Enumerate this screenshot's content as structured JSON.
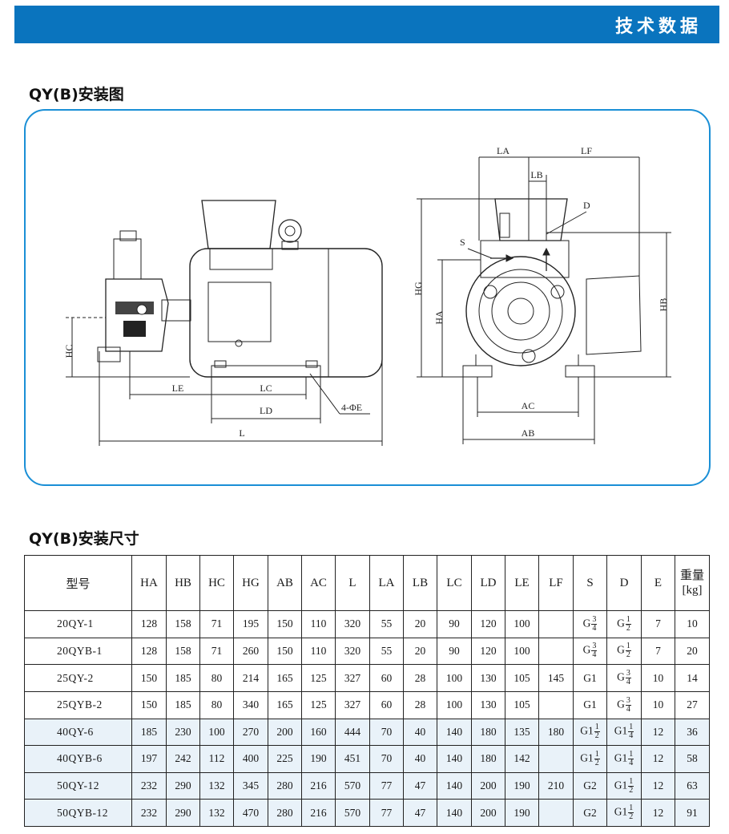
{
  "header": {
    "title": "技术数据",
    "color": "#0a74be"
  },
  "drawing_section": {
    "title": "QY(B)安装图"
  },
  "drawing": {
    "side_view_labels": {
      "HC": "HC",
      "LE": "LE",
      "LC": "LC",
      "LD": "LD",
      "L": "L",
      "E": "4-ΦE"
    },
    "front_view_labels": {
      "LA": "LA",
      "LF": "LF",
      "LB": "LB",
      "D": "D",
      "S": "S",
      "HG": "HG",
      "HA": "HA",
      "HB": "HB",
      "AC": "AC",
      "AB": "AB"
    }
  },
  "table_section": {
    "title": "QY(B)安装尺寸"
  },
  "table": {
    "headers": [
      "型号",
      "HA",
      "HB",
      "HC",
      "HG",
      "AB",
      "AC",
      "L",
      "LA",
      "LB",
      "LC",
      "LD",
      "LE",
      "LF",
      "S",
      "D",
      "E",
      "重量",
      "[kg]"
    ],
    "rows": [
      {
        "model": "20QY-1",
        "HA": "128",
        "HB": "158",
        "HC": "71",
        "HG": "195",
        "AB": "150",
        "AC": "110",
        "L": "320",
        "LA": "55",
        "LB": "20",
        "LC": "90",
        "LD": "120",
        "LE": "100",
        "LF": "",
        "S_main": "G",
        "S_num": "3",
        "S_den": "4",
        "D_main": "G",
        "D_num": "1",
        "D_den": "2",
        "E": "7",
        "W": "10"
      },
      {
        "model": "20QYB-1",
        "HA": "128",
        "HB": "158",
        "HC": "71",
        "HG": "260",
        "AB": "150",
        "AC": "110",
        "L": "320",
        "LA": "55",
        "LB": "20",
        "LC": "90",
        "LD": "120",
        "LE": "100",
        "LF": "",
        "S_main": "G",
        "S_num": "3",
        "S_den": "4",
        "D_main": "G",
        "D_num": "1",
        "D_den": "2",
        "E": "7",
        "W": "20"
      },
      {
        "model": "25QY-2",
        "HA": "150",
        "HB": "185",
        "HC": "80",
        "HG": "214",
        "AB": "165",
        "AC": "125",
        "L": "327",
        "LA": "60",
        "LB": "28",
        "LC": "100",
        "LD": "130",
        "LE": "105",
        "LF": "145",
        "S_main": "G1",
        "S_num": "",
        "S_den": "",
        "D_main": "G",
        "D_num": "3",
        "D_den": "4",
        "E": "10",
        "W": "14"
      },
      {
        "model": "25QYB-2",
        "HA": "150",
        "HB": "185",
        "HC": "80",
        "HG": "340",
        "AB": "165",
        "AC": "125",
        "L": "327",
        "LA": "60",
        "LB": "28",
        "LC": "100",
        "LD": "130",
        "LE": "105",
        "LF": "",
        "S_main": "G1",
        "S_num": "",
        "S_den": "",
        "D_main": "G",
        "D_num": "3",
        "D_den": "4",
        "E": "10",
        "W": "27"
      },
      {
        "model": "40QY-6",
        "HA": "185",
        "HB": "230",
        "HC": "100",
        "HG": "270",
        "AB": "200",
        "AC": "160",
        "L": "444",
        "LA": "70",
        "LB": "40",
        "LC": "140",
        "LD": "180",
        "LE": "135",
        "LF": "180",
        "S_main": "G1",
        "S_num": "1",
        "S_den": "2",
        "D_main": "G1",
        "D_num": "1",
        "D_den": "4",
        "E": "12",
        "W": "36"
      },
      {
        "model": "40QYB-6",
        "HA": "197",
        "HB": "242",
        "HC": "112",
        "HG": "400",
        "AB": "225",
        "AC": "190",
        "L": "451",
        "LA": "70",
        "LB": "40",
        "LC": "140",
        "LD": "180",
        "LE": "142",
        "LF": "",
        "S_main": "G1",
        "S_num": "1",
        "S_den": "2",
        "D_main": "G1",
        "D_num": "1",
        "D_den": "4",
        "E": "12",
        "W": "58"
      },
      {
        "model": "50QY-12",
        "HA": "232",
        "HB": "290",
        "HC": "132",
        "HG": "345",
        "AB": "280",
        "AC": "216",
        "L": "570",
        "LA": "77",
        "LB": "47",
        "LC": "140",
        "LD": "200",
        "LE": "190",
        "LF": "210",
        "S_main": "G2",
        "S_num": "",
        "S_den": "",
        "D_main": "G1",
        "D_num": "1",
        "D_den": "2",
        "E": "12",
        "W": "63"
      },
      {
        "model": "50QYB-12",
        "HA": "232",
        "HB": "290",
        "HC": "132",
        "HG": "470",
        "AB": "280",
        "AC": "216",
        "L": "570",
        "LA": "77",
        "LB": "47",
        "LC": "140",
        "LD": "200",
        "LE": "190",
        "LF": "",
        "S_main": "G2",
        "S_num": "",
        "S_den": "",
        "D_main": "G1",
        "D_num": "1",
        "D_den": "2",
        "E": "12",
        "W": "91"
      }
    ]
  }
}
